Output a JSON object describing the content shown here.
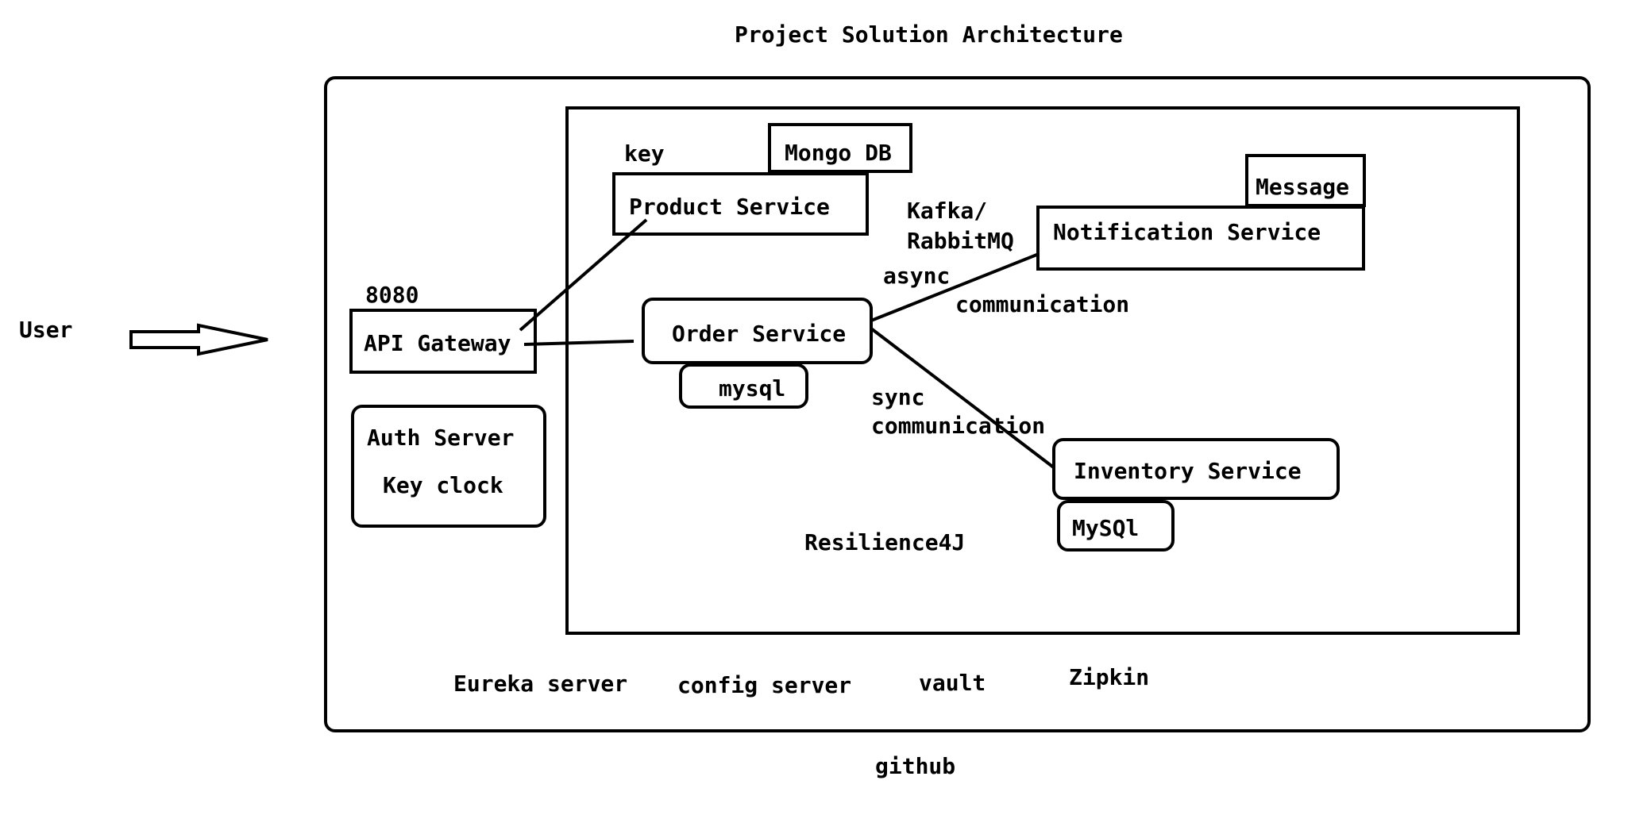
{
  "title": "Project Solution Architecture",
  "user": "User",
  "gateway": {
    "port": "8080",
    "label": "API Gateway"
  },
  "auth": {
    "line1": "Auth Server",
    "line2": "Key clock"
  },
  "product": {
    "key_label": "key",
    "db": "Mongo DB",
    "label": "Product Service"
  },
  "order": {
    "label": "Order Service",
    "db": "mysql"
  },
  "notification": {
    "message": "Message",
    "label": "Notification Service"
  },
  "inventory": {
    "label": "Inventory Service",
    "db": "MySQl"
  },
  "broker": {
    "line1": "Kafka/",
    "line2": "RabbitMQ"
  },
  "async": {
    "line1": "async",
    "line2": "communication"
  },
  "sync": {
    "line1": "sync",
    "line2": "communication"
  },
  "resilience": "Resilience4J",
  "infra": {
    "eureka": "Eureka server",
    "config": "config server",
    "vault": "vault",
    "zipkin": "Zipkin"
  },
  "footer": "github"
}
